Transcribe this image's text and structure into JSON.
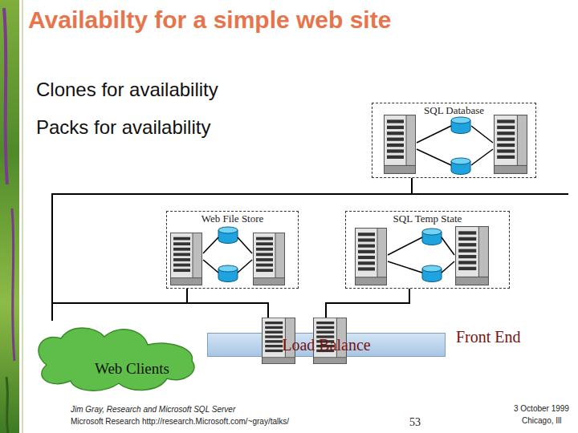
{
  "diagram": {
    "title": "Availabilty for a simple web site",
    "nodes": [
      {
        "text": [
          "SQL Database"
        ]
      },
      {
        "text": [
          "Web File Store"
        ]
      },
      {
        "text": [
          "SQL Temp State"
        ]
      },
      {
        "text": [
          "Load Balance"
        ]
      },
      {
        "text": [
          "Web Clients"
        ]
      }
    ],
    "edges": [
      {
        "from": 3,
        "to": 1,
        "arrow": "none"
      },
      {
        "from": 3,
        "to": 2,
        "arrow": "none"
      },
      {
        "from": 3,
        "to": 0,
        "arrow": "none"
      },
      {
        "from": 4,
        "to": 3,
        "arrow": "none"
      }
    ],
    "labels": [
      "Clones for availability",
      "Packs for availability",
      "Front End",
      "Jim Gray, Research and Microsoft SQL Server",
      "Microsoft Research http://research.Microsoft.com/~gray/talks/",
      "53",
      "3 October 1999",
      "Chicago, Ill"
    ]
  }
}
